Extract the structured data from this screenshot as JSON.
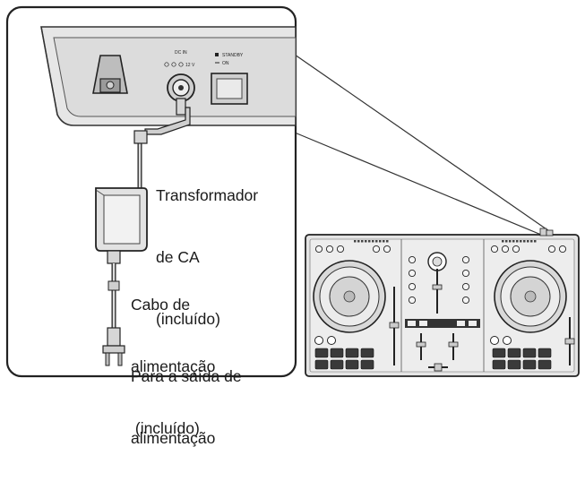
{
  "diagram": {
    "panel_labels": {
      "dc_in": "DC IN",
      "dc_voltage": "12 V",
      "standby": "STANDBY",
      "on": "ON"
    },
    "callouts": [
      {
        "id": "adapter",
        "lines": [
          "Transformador",
          "de CA",
          "(incluído)"
        ]
      },
      {
        "id": "power-cable",
        "lines": [
          "Cabo de",
          "alimentação",
          " (incluído)"
        ]
      },
      {
        "id": "outlet",
        "lines": [
          "Para a saída de",
          "alimentação"
        ]
      }
    ]
  }
}
